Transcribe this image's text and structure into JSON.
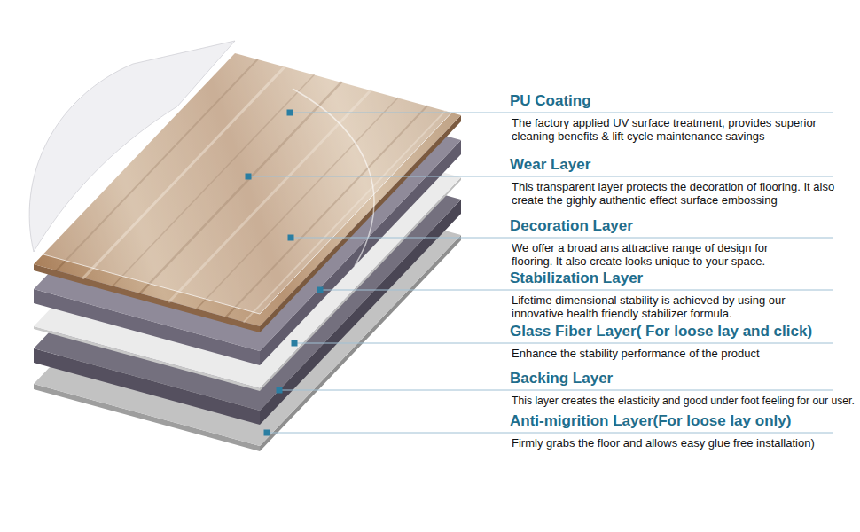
{
  "diagram": {
    "labels": [
      "PU Coating",
      "The factory applied UV surface treatment, provides superior cleaning benefits & lift cycle maintenance savings",
      "Wear Layer",
      "This transparent layer protects the decoration of flooring. It also create the gighly authentic effect surface embossing",
      "Decoration Layer",
      "We offer a broad ans attractive range of design for flooring. It also create looks unique to your space.",
      "Stabilization Layer",
      "Lifetime dimensional stability is achieved by using our innovative health friendly stabilizer formula.",
      "Glass Fiber Layer( For loose lay and click)",
      "Enhance the stability performance of the product",
      "Backing Layer",
      "This layer creates the elasticity and good under foot feeling for our user.",
      "Anti-migrition Layer(For loose lay only)",
      "Firmly grabs the floor and allows easy glue free installation)"
    ]
  }
}
